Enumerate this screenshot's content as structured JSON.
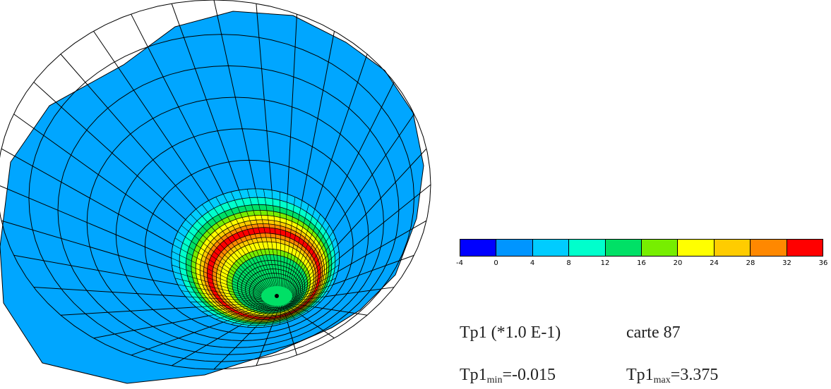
{
  "legend": {
    "colors": [
      "#0000ff",
      "#0095ff",
      "#00ccff",
      "#00ffcc",
      "#00e066",
      "#77ee00",
      "#ffff00",
      "#ffcc00",
      "#ff8800",
      "#ff0000"
    ],
    "ticks": [
      "-4",
      "0",
      "4",
      "8",
      "12",
      "16",
      "20",
      "24",
      "28",
      "32",
      "36"
    ]
  },
  "captions": {
    "field_label": "Tp1 (*1.0 E-1)",
    "card_label": "carte 87",
    "min_prefix": "Tp1",
    "min_sub": "min",
    "min_value": "=-0.015",
    "max_prefix": "Tp1",
    "max_sub": "max",
    "max_value": "=3.375"
  },
  "mesh": {
    "base_color": "#00a6ff",
    "band_colors": [
      "#00ccff",
      "#00ffcc",
      "#00e066",
      "#77ee00",
      "#ffff00",
      "#ffcc00",
      "#ff8800",
      "#ff0000",
      "#ff8800",
      "#ffcc00",
      "#ffff00",
      "#77ee00",
      "#00e066"
    ],
    "line_color": "#000000"
  }
}
